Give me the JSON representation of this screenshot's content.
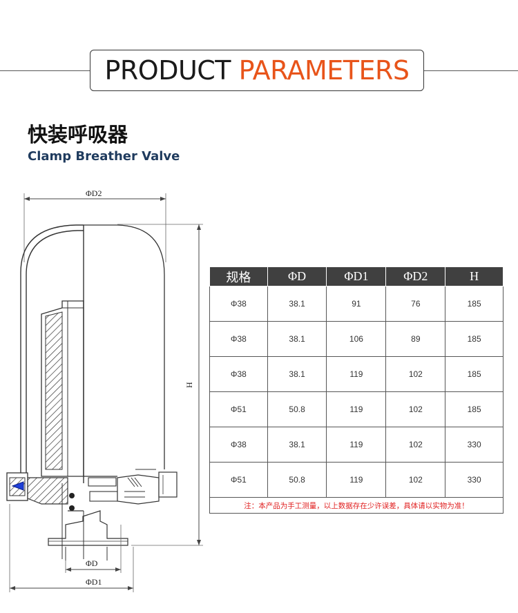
{
  "header": {
    "title_part1": "PRODUCT",
    "title_part2": "PARAMETERS"
  },
  "product": {
    "title_cn": "快装呼吸器",
    "title_en": "Clamp Breather Valve"
  },
  "drawing": {
    "label_d2": "ΦD2",
    "label_h": "H",
    "label_d": "ΦD",
    "label_d1": "ΦD1"
  },
  "table": {
    "headers": [
      "规格",
      "ΦD",
      "ΦD1",
      "ΦD2",
      "H"
    ],
    "rows": [
      [
        "Φ38",
        "38.1",
        "91",
        "76",
        "185"
      ],
      [
        "Φ38",
        "38.1",
        "106",
        "89",
        "185"
      ],
      [
        "Φ38",
        "38.1",
        "119",
        "102",
        "185"
      ],
      [
        "Φ51",
        "50.8",
        "119",
        "102",
        "185"
      ],
      [
        "Φ38",
        "38.1",
        "119",
        "102",
        "330"
      ],
      [
        "Φ51",
        "50.8",
        "119",
        "102",
        "330"
      ]
    ],
    "note": "注：本产品为手工测量，以上数据存在少许误差，具体请以实物为准！"
  },
  "colors": {
    "accent": "#e8541a",
    "title_blue": "#1f3b5e",
    "header_bg": "#404040",
    "note_red": "#e02020",
    "valve_blue": "#1e3fd8"
  }
}
